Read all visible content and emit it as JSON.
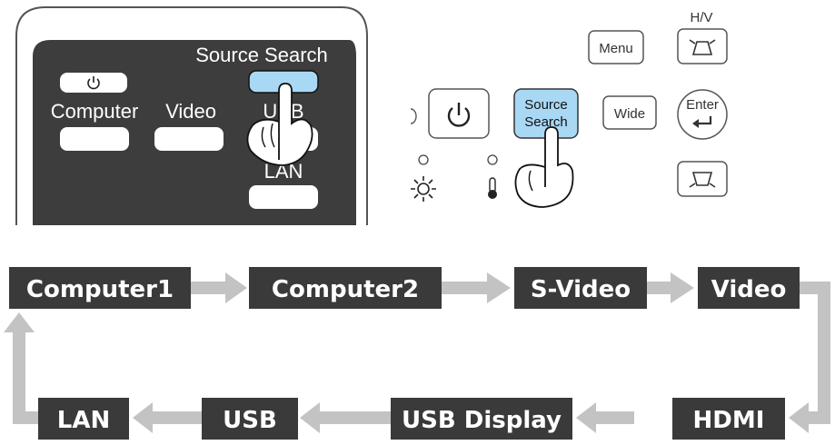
{
  "remote": {
    "source_search_label": "Source Search",
    "computer_label": "Computer",
    "video_label": "Video",
    "usb_label": "USB",
    "lan_label": "LAN"
  },
  "panel": {
    "hv_label": "H/V",
    "menu_label": "Menu",
    "source_search_line1": "Source",
    "source_search_line2": "Search",
    "wide_label": "Wide",
    "enter_label": "Enter"
  },
  "colors": {
    "remote_body": "#3d3d3d",
    "highlight_button": "#a9d8f5",
    "flow_box": "#3a3a3a",
    "flow_arrow": "#c3c3c3"
  },
  "icons": [
    "power-icon",
    "hand-pointer-icon",
    "keystone-up-icon",
    "keystone-down-icon",
    "enter-arrow-icon",
    "lamp-icon",
    "temperature-icon",
    "indicator-light-icon"
  ],
  "flow": {
    "top_row": [
      "Computer1",
      "Computer2",
      "S-Video",
      "Video"
    ],
    "bottom_row": [
      "HDMI",
      "USB Display",
      "USB",
      "LAN"
    ]
  }
}
